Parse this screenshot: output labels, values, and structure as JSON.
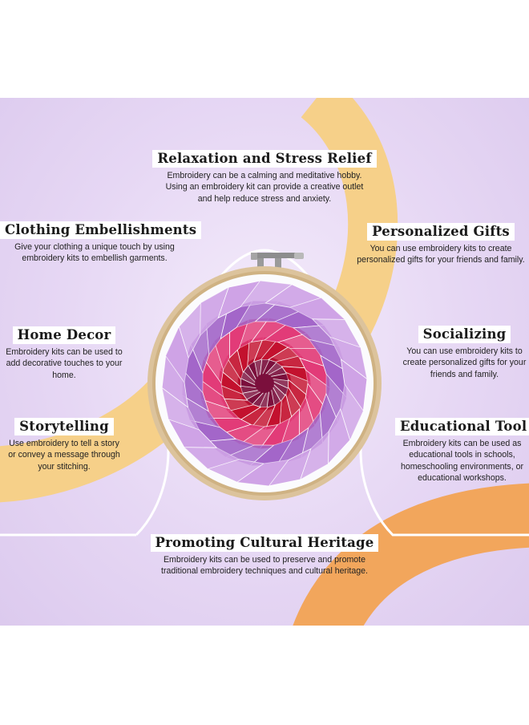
{
  "colors": {
    "background": "#dccaee",
    "accent_yellow": "#f6d089",
    "accent_orange": "#f2a65c",
    "outline": "#ffffff",
    "hoop_wood": "#dcc39c",
    "fabric": "#fbfbfd",
    "petal_light": "#cfa3e6",
    "petal_mid": "#a366c9",
    "petal_pink": "#e23b78",
    "petal_red": "#c3112e",
    "petal_dark": "#7b0f3c"
  },
  "features": [
    {
      "id": "relaxation",
      "title": "Relaxation and Stress Relief",
      "description": "Embroidery can be a calming and meditative hobby. Using an embroidery kit can provide a creative outlet and help reduce stress and anxiety."
    },
    {
      "id": "clothing",
      "title": "Clothing Embellishments",
      "description": "Give your clothing a unique touch by using embroidery kits to embellish garments."
    },
    {
      "id": "gifts",
      "title": "Personalized Gifts",
      "description": "You can use embroidery kits to create personalized gifts for your friends and family."
    },
    {
      "id": "home-decor",
      "title": "Home Decor",
      "description": "Embroidery kits can be used to add decorative touches to your home."
    },
    {
      "id": "socializing",
      "title": "Socializing",
      "description": "You can use embroidery kits to create personalized gifts for your friends and family."
    },
    {
      "id": "storytelling",
      "title": "Storytelling",
      "description": "Use embroidery to tell a story or convey a message through your stitching."
    },
    {
      "id": "educational",
      "title": "Educational Tool",
      "description": "Embroidery kits can be used as educational tools in schools, homeschooling environments, or educational workshops."
    },
    {
      "id": "cultural",
      "title": "Promoting Cultural Heritage",
      "description": "Embroidery kits can be used to preserve and promote traditional embroidery techniques and cultural heritage."
    }
  ]
}
